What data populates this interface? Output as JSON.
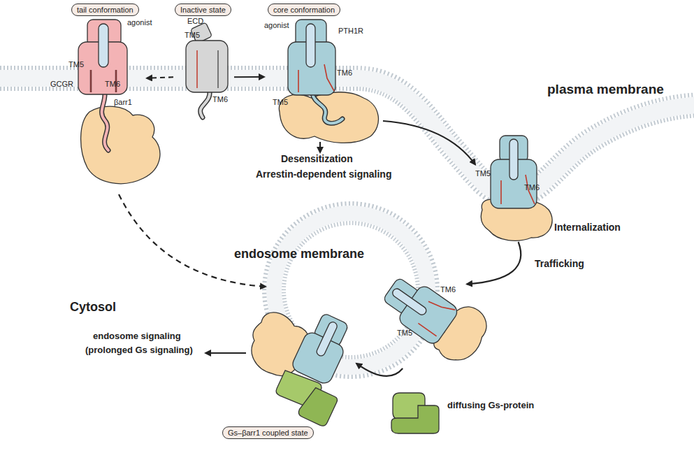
{
  "diagram": {
    "nodes": [
      {
        "text": [
          "tail conformation",
          "agonist",
          "TM5",
          "GCGR",
          "TM6",
          "βarr1"
        ]
      },
      {
        "text": [
          "Inactive state",
          "ECD",
          "TM5",
          "TM6"
        ]
      },
      {
        "text": [
          "core conformation",
          "agonist",
          "PTH1R",
          "TM5",
          "TM6"
        ]
      },
      {
        "text": [
          "TM5",
          "TM6"
        ]
      },
      {
        "text": [
          "TM5",
          "TM6"
        ]
      },
      {
        "text": [
          "Gs–βarr1 coupled state"
        ]
      }
    ],
    "edges": [
      {
        "from": 1,
        "to": 0,
        "arrow": "to"
      },
      {
        "from": 1,
        "to": 2,
        "arrow": "to"
      },
      {
        "from": 2,
        "to": 3,
        "arrow": "to"
      },
      {
        "from": 3,
        "to": 4,
        "label": "Trafficking",
        "arrow": "to"
      },
      {
        "from": 4,
        "to": 5,
        "arrow": "to"
      }
    ],
    "labels": [
      "plasma membrane",
      "Desensitization",
      "Arrestin-dependent signaling",
      "Internalization",
      "endosome membrane",
      "Cytosol",
      "endosome signaling",
      "(prolonged Gs signaling)",
      "diffusing Gs-protein"
    ]
  }
}
